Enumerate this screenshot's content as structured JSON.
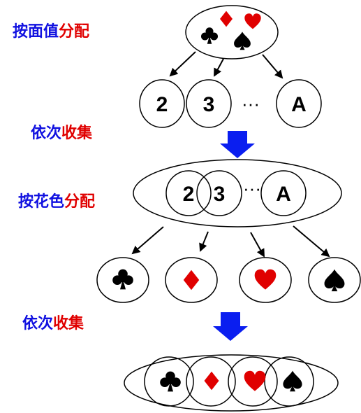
{
  "labels": {
    "step1": {
      "part1": "按面值",
      "part2": "分配"
    },
    "step2": {
      "part1": "依次",
      "part2": "收集"
    },
    "step3": {
      "part1": "按花色",
      "part2": "分配"
    },
    "step4": {
      "part1": "依次",
      "part2": "收集"
    }
  },
  "ranks": {
    "first": "2",
    "second": "3",
    "ellipsis": "···",
    "last": "A"
  },
  "suits": [
    "club-icon",
    "diamond-icon",
    "heart-icon",
    "spade-icon"
  ],
  "colors": {
    "blue": "#1010e0",
    "red": "#e00000",
    "black": "#000000",
    "arrow_blue": "#0a1ef0"
  }
}
